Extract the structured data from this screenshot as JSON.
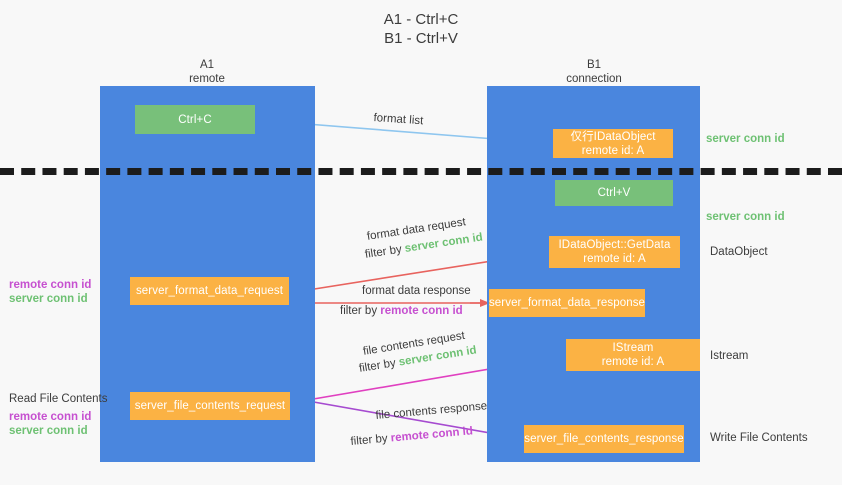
{
  "title": {
    "line1": "A1 - Ctrl+C",
    "line2": "B1 - Ctrl+V"
  },
  "columns": [
    {
      "id": "a1",
      "name": "A1",
      "role": "remote"
    },
    {
      "id": "b1",
      "name": "B1",
      "role": "connection"
    }
  ],
  "boxes": {
    "ctrl_c": "Ctrl+C",
    "ctrl_v": "Ctrl+V",
    "idataobject": {
      "line1": "仅行IDataObject",
      "line2": "remote id: A"
    },
    "getdata": {
      "line1": "IDataObject::GetData",
      "line2": "remote id: A"
    },
    "istream": {
      "line1": "IStream",
      "line2": "remote id: A"
    },
    "server_format_data_request": "server_format_data_request",
    "server_format_data_response": "server_format_data_response",
    "server_file_contents_request": "server_file_contents_request",
    "server_file_contents_response": "server_file_contents_response"
  },
  "right_labels": {
    "server_conn_id_1": "server conn id",
    "server_conn_id_2": "server conn id",
    "dataobject": "DataObject",
    "istream": "Istream",
    "write_file_contents": "Write File Contents"
  },
  "left_labels": {
    "remote_conn_id_1": "remote conn id",
    "server_conn_id_1": "server conn id",
    "read_file_contents": "Read File Contents",
    "remote_conn_id_2": "remote conn id",
    "server_conn_id_2": "server conn id"
  },
  "edges": {
    "format_list": "format list",
    "format_data_request": "format data request",
    "format_data_request_filter_prefix": "filter by ",
    "format_data_request_filter_value": "server conn id",
    "format_data_response": "format data response",
    "format_data_response_filter_prefix": "filter by ",
    "format_data_response_filter_value": "remote conn id",
    "file_contents_request": "file contents request",
    "file_contents_request_filter_prefix": "filter by ",
    "file_contents_request_filter_value": "server conn id",
    "file_contents_response": "file contents response",
    "file_contents_response_filter_prefix": "filter by ",
    "file_contents_response_filter_value": "remote conn id"
  },
  "colors": {
    "column": "#4a86de",
    "green_box": "#78c07a",
    "orange_box": "#fbb244",
    "green_text": "#6ec173",
    "purple_text": "#c650d0",
    "arrow_light_blue": "#8ec6ef",
    "arrow_red": "#e8635e",
    "arrow_magenta": "#e040c0",
    "arrow_purple": "#a64bd0",
    "arrow_black": "#111111",
    "background": "#f8f8f8"
  }
}
